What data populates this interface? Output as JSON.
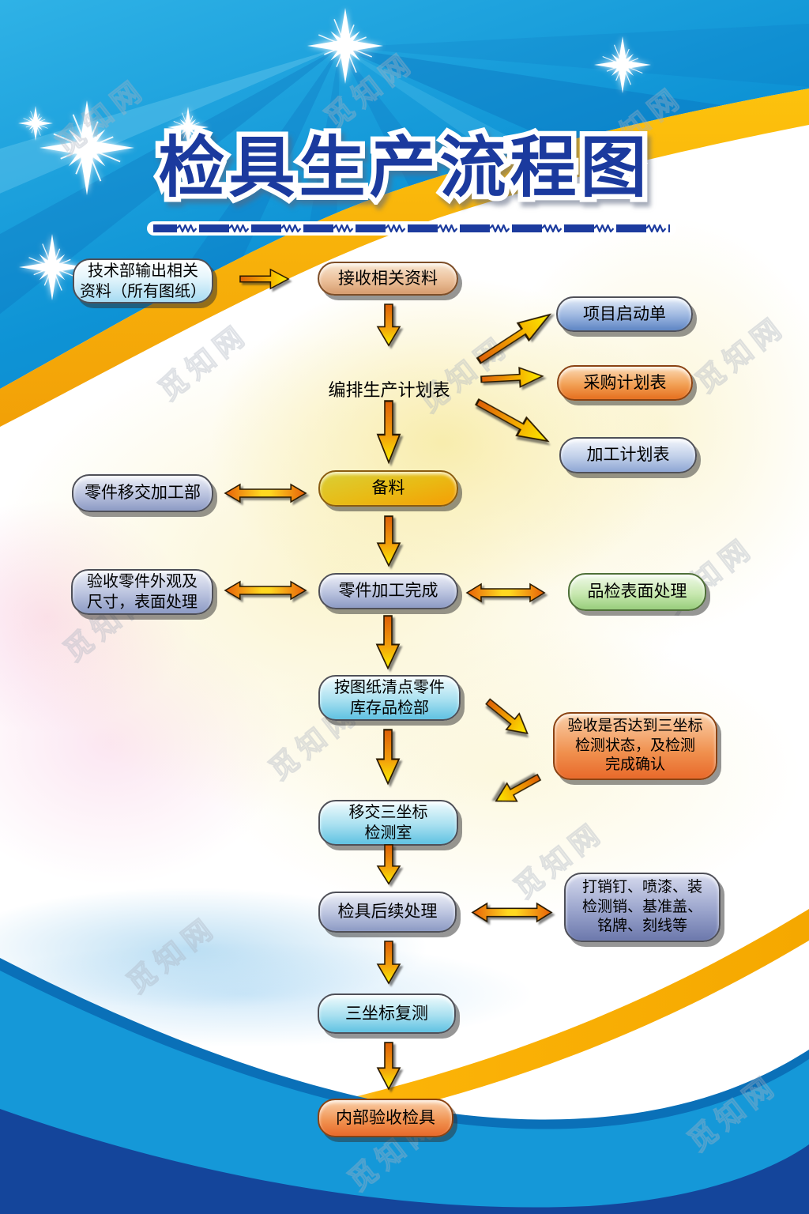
{
  "title": {
    "text": "检具生产流程图"
  },
  "watermark": {
    "text": "觅知网"
  },
  "flow": {
    "tech_output": "技术部输出相关\n资料（所有图纸）",
    "receive": "接收相关资料",
    "schedule_label": "编排生产计划表",
    "project_start": "项目启动单",
    "purchase_plan": "采购计划表",
    "process_plan": "加工计划表",
    "prepare": "备料",
    "parts_transfer": "零件移交加工部",
    "parts_done": "零件加工完成",
    "inspect_parts": "验收零件外观及\n尺寸，表面处理",
    "surface_qc": "品检表面处理",
    "count_parts": "按图纸清点零件\n库存品检部",
    "cmm_verify": "验收是否达到三坐标\n检测状态，及检测\n完成确认",
    "cmm_transfer": "移交三坐标\n检测室",
    "followup": "检具后续处理",
    "finishing": "打销钉、喷漆、装\n检测销、基准盖、\n铭牌、刻线等",
    "cmm_recheck": "三坐标复测",
    "internal_accept": "内部验收检具"
  },
  "colors": {
    "title_blue": "#1b3a9e",
    "top_azure": "#189fdc",
    "band_yellow": "#f7ac07",
    "bottom_blue": "#1598d8",
    "bottom_navy": "#14459b",
    "arrow_orange": "#e06008",
    "arrow_yellow": "#fbf000"
  }
}
